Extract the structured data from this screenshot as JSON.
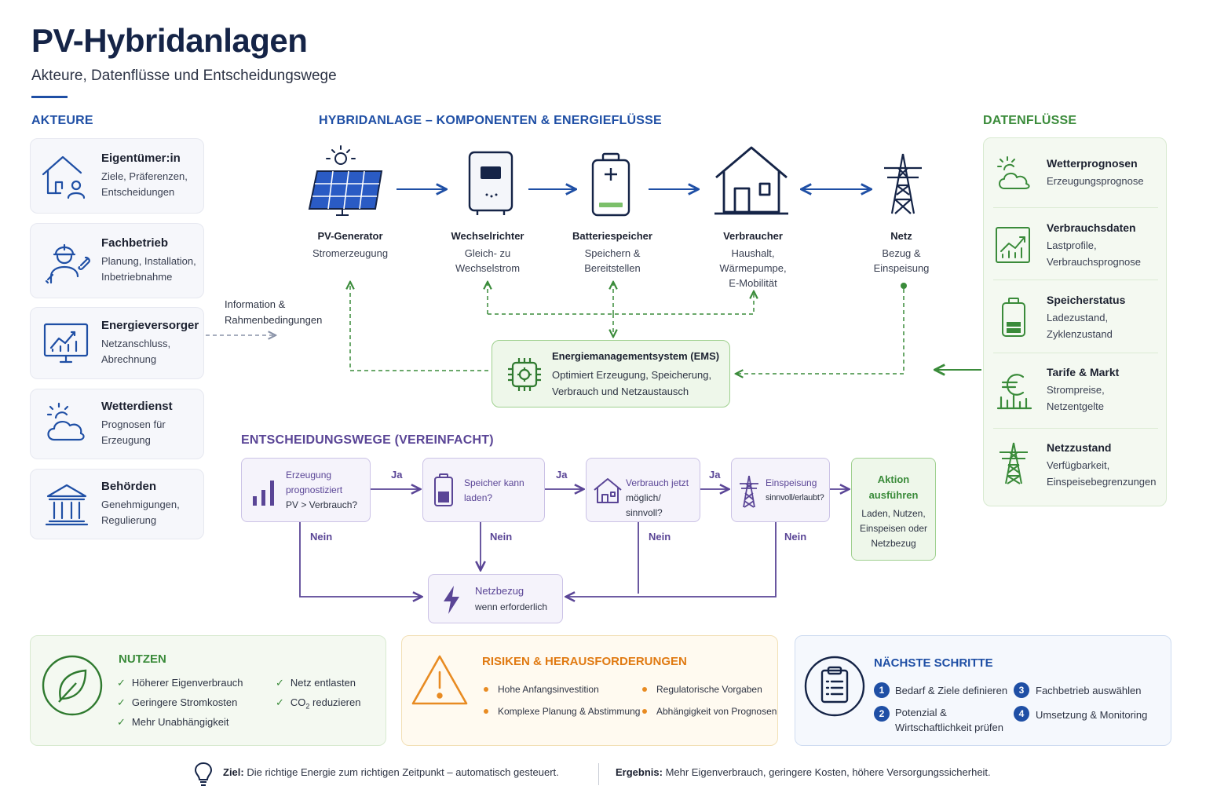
{
  "title": "PV-Hybridanlagen",
  "subtitle": "Akteure, Datenflüsse und Entscheidungswege",
  "sections": {
    "akteure": "AKTEURE",
    "hybrid": "HYBRIDANLAGE – KOMPONENTEN & ENERGIEFLÜSSE",
    "datenfluesse": "DATENFLÜSSE",
    "entscheidung": "ENTSCHEIDUNGSWEGE (VEREINFACHT)"
  },
  "actors": [
    {
      "name": "Eigentümer:in",
      "desc": [
        "Ziele, Präferenzen,",
        "Entscheidungen"
      ],
      "icon": "house-person-icon"
    },
    {
      "name": "Fachbetrieb",
      "desc": [
        "Planung, Installation,",
        "Inbetriebnahme"
      ],
      "icon": "worker-wrench-icon"
    },
    {
      "name": "Energieversorger",
      "desc": [
        "Netzanschluss,",
        "Abrechnung"
      ],
      "icon": "monitor-chart-icon"
    },
    {
      "name": "Wetterdienst",
      "desc": [
        "Prognosen für",
        "Erzeugung"
      ],
      "icon": "sun-cloud-icon"
    },
    {
      "name": "Behörden",
      "desc": [
        "Genehmigungen,",
        "Regulierung"
      ],
      "icon": "government-building-icon"
    }
  ],
  "info_flow": [
    "Information &",
    "Rahmenbedingungen"
  ],
  "components": [
    {
      "name": "PV-Generator",
      "desc": [
        "Stromerzeugung"
      ],
      "icon": "solar-panel-icon"
    },
    {
      "name": "Wechselrichter",
      "desc": [
        "Gleich- zu",
        "Wechselstrom"
      ],
      "icon": "inverter-icon"
    },
    {
      "name": "Batteriespeicher",
      "desc": [
        "Speichern &",
        "Bereitstellen"
      ],
      "icon": "battery-icon"
    },
    {
      "name": "Verbraucher",
      "desc": [
        "Haushalt,",
        "Wärmepumpe,",
        "E-Mobilität"
      ],
      "icon": "house-icon"
    },
    {
      "name": "Netz",
      "desc": [
        "Bezug &",
        "Einspeisung"
      ],
      "icon": "power-pylon-icon"
    }
  ],
  "ems": {
    "name": "Energiemanagementsystem (EMS)",
    "desc": [
      "Optimiert Erzeugung, Speicherung,",
      "Verbrauch und Netzaustausch"
    ],
    "icon": "chip-gear-icon"
  },
  "data_flows": [
    {
      "name": "Wetterprognosen",
      "desc": [
        "Erzeugungsprognose"
      ],
      "icon": "sun-cloud-icon"
    },
    {
      "name": "Verbrauchsdaten",
      "desc": [
        "Lastprofile,",
        "Verbrauchsprognose"
      ],
      "icon": "chart-up-icon"
    },
    {
      "name": "Speicherstatus",
      "desc": [
        "Ladezustand,",
        "Zyklenzustand"
      ],
      "icon": "battery-level-icon"
    },
    {
      "name": "Tarife & Markt",
      "desc": [
        "Strompreise,",
        "Netzentgelte"
      ],
      "icon": "euro-chart-icon"
    },
    {
      "name": "Netzzustand",
      "desc": [
        "Verfügbarkeit,",
        "Einspeisebegrenzungen"
      ],
      "icon": "power-pylon-icon"
    }
  ],
  "decisions": [
    {
      "lines": [
        "Erzeugung",
        "prognostiziert"
      ],
      "line3": "PV > Verbrauch?",
      "icon": "bar-chart-icon"
    },
    {
      "lines": [
        "Speicher kann",
        "laden?"
      ],
      "icon": "battery-icon"
    },
    {
      "lines": [
        "Verbrauch jetzt",
        "möglich/ sinnvoll?"
      ],
      "icon": "house-icon"
    },
    {
      "lines": [
        "Einspeisung",
        "sinnvoll/erlaubt?"
      ],
      "icon": "power-pylon-icon"
    }
  ],
  "yes_label": "Ja",
  "no_label": "Nein",
  "action": {
    "name": [
      "Aktion",
      "ausführen"
    ],
    "desc": [
      "Laden, Nutzen,",
      "Einspeisen oder",
      "Netzbezug"
    ]
  },
  "grid_draw": {
    "name": "Netzbezug",
    "desc": "wenn erforderlich",
    "icon": "lightning-icon"
  },
  "nutzen": {
    "title": "NUTZEN",
    "items": [
      "Höherer Eigenverbrauch",
      "Geringere Stromkosten",
      "Mehr Unabhängigkeit",
      "Netz entlasten"
    ],
    "co2": {
      "pre": "CO",
      "sub": "2",
      "post": " reduzieren"
    },
    "icon": "leaf-icon"
  },
  "risiken": {
    "title": "RISIKEN & HERAUSFORDERUNGEN",
    "items": [
      "Hohe Anfangsinvestition",
      "Komplexe Planung & Abstimmung",
      "Regulatorische Vorgaben",
      "Abhängigkeit von Prognosen"
    ],
    "icon": "warning-icon"
  },
  "schritte": {
    "title": "NÄCHSTE SCHRITTE",
    "items": [
      {
        "n": "1",
        "text": [
          "Bedarf & Ziele definieren"
        ]
      },
      {
        "n": "2",
        "text": [
          "Potenzial &",
          "Wirtschaftlichkeit prüfen"
        ]
      },
      {
        "n": "3",
        "text": [
          "Fachbetrieb auswählen"
        ]
      },
      {
        "n": "4",
        "text": [
          "Umsetzung & Monitoring"
        ]
      }
    ],
    "icon": "clipboard-icon"
  },
  "footer": {
    "ziel_label": "Ziel:",
    "ziel": " Die richtige Energie zum richtigen Zeitpunkt – automatisch gesteuert.",
    "ergebnis_label": "Ergebnis:",
    "ergebnis": " Mehr Eigenverbrauch, geringere Kosten, höhere Versorgungssicherheit.",
    "icon": "lightbulb-icon"
  },
  "colors": {
    "blue": "#1f4fa5",
    "navy": "#152447",
    "green": "#3a8b3a",
    "purple": "#5a4596",
    "orange": "#e88b22"
  }
}
